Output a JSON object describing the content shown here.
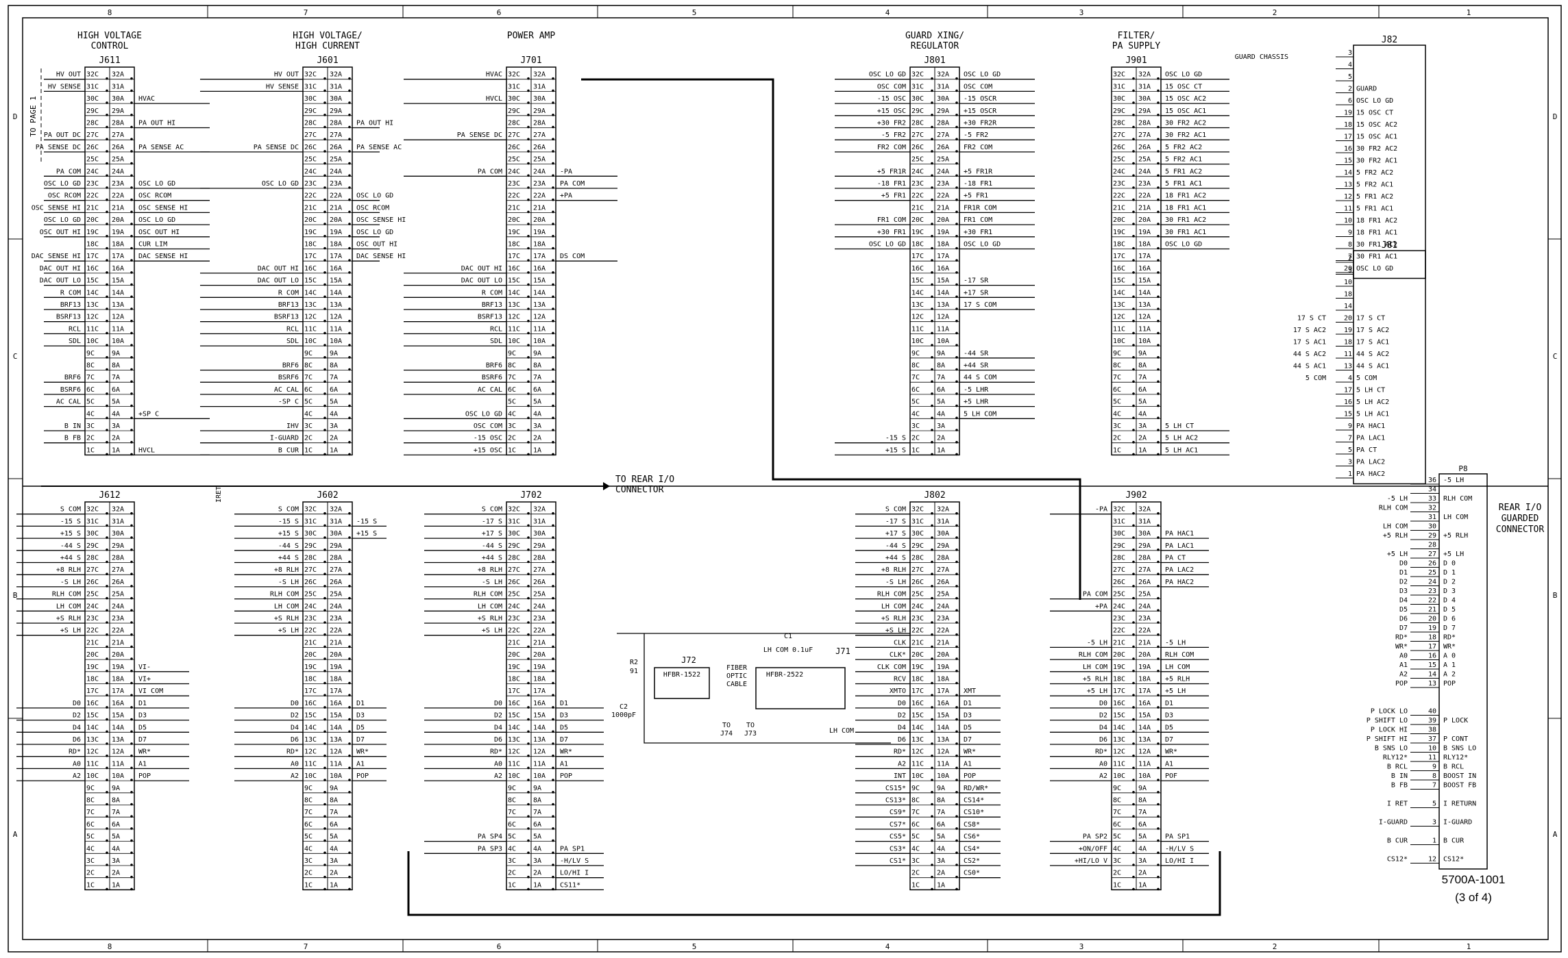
{
  "title_block": {
    "drawing_number": "5700A-1001",
    "sheet": "(3 of 4)"
  },
  "grid": {
    "top_columns": [
      "8",
      "7",
      "6",
      "5",
      "4",
      "3",
      "2",
      "1"
    ],
    "bottom_columns": [
      "8",
      "7",
      "6",
      "5",
      "4",
      "3",
      "2",
      "1"
    ],
    "rows": [
      "D",
      "C",
      "B",
      "A"
    ]
  },
  "labels": {
    "to_page_1": "TO PAGE 1",
    "to_rear_io": [
      "TO REAR I/O",
      "CONNECTOR"
    ],
    "iret": "IRET",
    "guard_chassis": "GUARD CHASSIS",
    "fiber": [
      "FIBER",
      "OPTIC",
      "CABLE"
    ],
    "r2": [
      "R2",
      "91"
    ],
    "c2": [
      "C2",
      "1000pF"
    ],
    "c1": [
      "C1",
      "LH COM 0.1uF"
    ],
    "j72": "J72",
    "j71": "J71",
    "hfbr1522": "HFBR-1522",
    "hfbr2522": "HFBR-2522",
    "to_j74": [
      "TO",
      "J74"
    ],
    "to_j73": [
      "TO",
      "J73"
    ],
    "lh_com": "LH COM",
    "rear_io": [
      "REAR I/O",
      "GUARDED",
      "CONNECTOR"
    ]
  },
  "connectors": [
    {
      "id": "j611",
      "title": [
        "HIGH VOLTAGE",
        "CONTROL"
      ],
      "ref": "J611",
      "left": [
        "HV OUT",
        "HV SENSE",
        "",
        "",
        "",
        "PA OUT DC",
        "PA SENSE DC",
        "",
        "PA COM",
        "OSC LO GD",
        "OSC RCOM",
        "OSC SENSE HI",
        "OSC LO GD",
        "OSC OUT HI",
        "",
        "DAC SENSE HI",
        "DAC OUT HI",
        "DAC OUT LO",
        "R COM",
        "BRF13",
        "BSRF13",
        "RCL",
        "SDL",
        "",
        "",
        "BRF6",
        "BSRF6",
        "AC CAL",
        "",
        "B IN",
        "B FB",
        ""
      ],
      "right": [
        "",
        "",
        "HVAC",
        "",
        "PA OUT HI",
        "",
        "PA SENSE AC",
        "",
        "",
        "OSC LO GD",
        "OSC RCOM",
        "OSC SENSE HI",
        "OSC LO GD",
        "OSC OUT HI",
        "CUR LIM",
        "DAC SENSE HI",
        "",
        "",
        "",
        "",
        "",
        "",
        "",
        "",
        "",
        "",
        "",
        "",
        "+SP C",
        "",
        "",
        "HVCL"
      ]
    },
    {
      "id": "j601",
      "title": [
        "HIGH VOLTAGE/",
        "HIGH CURRENT"
      ],
      "ref": "J601",
      "left": [
        "HV OUT",
        "HV SENSE",
        "",
        "",
        "",
        "",
        "PA SENSE DC",
        "",
        "",
        "OSC LO GD",
        "",
        "",
        "",
        "",
        "",
        "",
        "DAC OUT HI",
        "DAC OUT LO",
        "R COM",
        "BRF13",
        "BSRF13",
        "RCL",
        "SDL",
        "",
        "BRF6",
        "BSRF6",
        "AC CAL",
        "-SP C",
        "",
        "IHV",
        "I-GUARD",
        "B CUR"
      ],
      "right": [
        "",
        "",
        "",
        "",
        "PA OUT HI",
        "",
        "PA SENSE AC",
        "",
        "",
        "",
        "OSC LO GD",
        "OSC RCOM",
        "OSC SENSE HI",
        "OSC LO GD",
        "OSC OUT HI",
        "DAC SENSE HI",
        "",
        "",
        "",
        "",
        "",
        "",
        "",
        "",
        "",
        "",
        "",
        "",
        "",
        "",
        "",
        ""
      ]
    },
    {
      "id": "j701",
      "title": [
        "POWER AMP"
      ],
      "ref": "J701",
      "left": [
        "HVAC",
        "",
        "HVCL",
        "",
        "",
        "PA SENSE DC",
        "",
        "",
        "PA COM",
        "",
        "",
        "",
        "",
        "",
        "",
        "",
        "DAC OUT HI",
        "DAC OUT LO",
        "R COM",
        "BRF13",
        "BSRF13",
        "RCL",
        "SDL",
        "",
        "BRF6",
        "BSRF6",
        "AC CAL",
        "",
        "OSC LO GD",
        "OSC COM",
        "-15 OSC",
        "+15 OSC"
      ],
      "right": [
        "",
        "",
        "",
        "",
        "",
        "",
        "",
        "",
        "-PA",
        "PA COM",
        "+PA",
        "",
        "",
        "",
        "",
        "DS COM",
        "",
        "",
        "",
        "",
        "",
        "",
        "",
        "",
        "",
        "",
        "",
        "",
        "",
        "",
        "",
        ""
      ]
    },
    {
      "id": "j801",
      "title": [
        "GUARD XING/",
        "REGULATOR"
      ],
      "ref": "J801",
      "left": [
        "OSC LO GD",
        "OSC COM",
        "-15 OSC",
        "+15 OSC",
        "+30 FR2",
        "-5 FR2",
        "FR2 COM",
        "",
        "+5 FR1R",
        "-18 FR1",
        "+5 FR1",
        "",
        "FR1 COM",
        "+30 FR1",
        "OSC LO GD",
        "",
        "",
        "",
        "",
        "",
        "",
        "",
        "",
        "",
        "",
        "",
        "",
        "",
        "",
        "",
        "-15 S",
        "+15 S"
      ],
      "right": [
        "OSC LO GD",
        "OSC COM",
        "-15 OSCR",
        "+15 OSCR",
        "+30 FR2R",
        "-5 FR2",
        "FR2 COM",
        "",
        "+5 FR1R",
        "-18 FR1",
        "+5 FR1",
        "FR1R COM",
        "FR1 COM",
        "+30 FR1",
        "OSC LO GD",
        "",
        "",
        "-17 SR",
        "+17 SR",
        "17 S COM",
        "",
        "",
        "",
        "-44 SR",
        "+44 SR",
        "44 S COM",
        "-5 LHR",
        "+5 LHR",
        "5 LH COM",
        "",
        "",
        ""
      ]
    },
    {
      "id": "j901",
      "title": [
        "FILTER/",
        "PA SUPPLY"
      ],
      "ref": "J901",
      "left": [
        "",
        "",
        "",
        "",
        "",
        "",
        "",
        "",
        "",
        "",
        "",
        "",
        "",
        "",
        "",
        "",
        "",
        "",
        "",
        "",
        "",
        "",
        "",
        "",
        "",
        "",
        "",
        "",
        "",
        "",
        "",
        ""
      ],
      "right": [
        "OSC LO GD",
        "15 OSC CT",
        "15 OSC AC2",
        "15 OSC AC1",
        "30 FR2 AC2",
        "30 FR2 AC1",
        "5 FR2 AC2",
        "5 FR2 AC1",
        "5 FR1 AC2",
        "5 FR1 AC1",
        "18 FR1 AC2",
        "18 FR1 AC1",
        "30 FR1 AC2",
        "30 FR1 AC1",
        "OSC LO GD",
        "",
        "",
        "",
        "",
        "",
        "",
        "",
        "",
        "",
        "",
        "",
        "",
        "",
        "",
        "5 LH CT",
        "5 LH AC2",
        "5 LH AC1"
      ]
    },
    {
      "id": "j612",
      "title": [],
      "ref": "J612",
      "left": [
        "S COM",
        "-15 S",
        "+15 S",
        "-44 S",
        "+44 S",
        "+8 RLH",
        "-S LH",
        "RLH COM",
        "LH COM",
        "+S RLH",
        "+S LH",
        "",
        "",
        "",
        "",
        "",
        "D0",
        "D2",
        "D4",
        "D6",
        "RD*",
        "A0",
        "A2",
        "",
        "",
        "",
        "",
        "",
        "",
        "",
        "",
        ""
      ],
      "right": [
        "",
        "",
        "",
        "",
        "",
        "",
        "",
        "",
        "",
        "",
        "",
        "",
        "",
        "VI-",
        "VI+",
        "VI COM",
        "D1",
        "D3",
        "D5",
        "D7",
        "WR*",
        "A1",
        "POP",
        "",
        "",
        "",
        "",
        "",
        "",
        "",
        "",
        ""
      ]
    },
    {
      "id": "j602",
      "title": [],
      "ref": "J602",
      "left": [
        "S COM",
        "-15 S",
        "+15 S",
        "-44 S",
        "+44 S",
        "+8 RLH",
        "-S LH",
        "RLH COM",
        "LH COM",
        "+S RLH",
        "+S LH",
        "",
        "",
        "",
        "",
        "",
        "D0",
        "D2",
        "D4",
        "D6",
        "RD*",
        "A0",
        "A2",
        "",
        "",
        "",
        "",
        "",
        "",
        "",
        "",
        ""
      ],
      "right": [
        "",
        "-15 S",
        "+15 S",
        "",
        "",
        "",
        "",
        "",
        "",
        "",
        "",
        "",
        "",
        "",
        "",
        "",
        "D1",
        "D3",
        "D5",
        "D7",
        "WR*",
        "A1",
        "POP",
        "",
        "",
        "",
        "",
        "",
        "",
        "",
        "",
        ""
      ]
    },
    {
      "id": "j702",
      "title": [],
      "ref": "J702",
      "left": [
        "S COM",
        "-17 S",
        "+17 S",
        "-44 S",
        "+44 S",
        "+8 RLH",
        "-S LH",
        "RLH COM",
        "LH COM",
        "+S RLH",
        "+S LH",
        "",
        "",
        "",
        "",
        "",
        "D0",
        "D2",
        "D4",
        "D6",
        "RD*",
        "A0",
        "A2",
        "",
        "",
        "",
        "",
        "PA SP4",
        "PA SP3",
        "",
        "",
        ""
      ],
      "right": [
        "",
        "",
        "",
        "",
        "",
        "",
        "",
        "",
        "",
        "",
        "",
        "",
        "",
        "",
        "",
        "",
        "D1",
        "D3",
        "D5",
        "D7",
        "WR*",
        "A1",
        "POP",
        "",
        "",
        "",
        "",
        "",
        "PA SP1",
        "-H/LV S",
        "LO/HI I",
        "CS11*"
      ]
    },
    {
      "id": "j802",
      "title": [],
      "ref": "J802",
      "left": [
        "S COM",
        "-17 S",
        "+17 S",
        "-44 S",
        "+44 S",
        "+8 RLH",
        "-S LH",
        "RLH COM",
        "LH COM",
        "+S RLH",
        "+S LH",
        "CLK",
        "CLK*",
        "CLK COM",
        "RCV",
        "XMTO",
        "D0",
        "D2",
        "D4",
        "D6",
        "RD*",
        "A2",
        "INT",
        "CS15*",
        "CS13*",
        "CS9*",
        "CS7*",
        "CS5*",
        "CS3*",
        "CS1*",
        "",
        ""
      ],
      "right": [
        "",
        "",
        "",
        "",
        "",
        "",
        "",
        "",
        "",
        "",
        "",
        "",
        "",
        "",
        "",
        "XMT",
        "D1",
        "D3",
        "D5",
        "D7",
        "WR*",
        "A1",
        "POP",
        "RD/WR*",
        "CS14*",
        "CS10*",
        "CS8*",
        "CS6*",
        "CS4*",
        "CS2*",
        "CS0*",
        ""
      ]
    },
    {
      "id": "j902",
      "title": [],
      "ref": "J902",
      "left": [
        "-PA",
        "",
        "",
        "",
        "",
        "",
        "",
        "PA COM",
        "+PA",
        "",
        "",
        "-5 LH",
        "RLH COM",
        "LH COM",
        "+5 RLH",
        "+5 LH",
        "D0",
        "D2",
        "D4",
        "D6",
        "RD*",
        "A0",
        "A2",
        "",
        "",
        "",
        "",
        "PA SP2",
        "+ON/OFF",
        "+HI/LO V",
        "",
        ""
      ],
      "right": [
        "",
        "",
        "PA HAC1",
        "PA LAC1",
        "PA CT",
        "PA LAC2",
        "PA HAC2",
        "",
        "",
        "",
        "",
        "-5 LH",
        "RLH COM",
        "LH COM",
        "+5 RLH",
        "+5 LH",
        "D1",
        "D3",
        "D5",
        "D7",
        "WR*",
        "A1",
        "POF",
        "",
        "",
        "",
        "",
        "PA SP1",
        "-H/LV S",
        "LO/HI I",
        "",
        ""
      ]
    }
  ],
  "j82": {
    "ref": "J82",
    "pins": [
      {
        "n": "3",
        "sig": ""
      },
      {
        "n": "4",
        "sig": ""
      },
      {
        "n": "5",
        "sig": ""
      },
      {
        "n": "2",
        "sig": "GUARD"
      },
      {
        "n": "6",
        "sig": "OSC LO GD"
      },
      {
        "n": "19",
        "sig": "15 OSC CT"
      },
      {
        "n": "18",
        "sig": "15 OSC AC2"
      },
      {
        "n": "17",
        "sig": "15 OSC AC1"
      },
      {
        "n": "16",
        "sig": "30 FR2 AC2"
      },
      {
        "n": "15",
        "sig": "30 FR2 AC1"
      },
      {
        "n": "14",
        "sig": "5 FR2 AC2"
      },
      {
        "n": "13",
        "sig": "5 FR2 AC1"
      },
      {
        "n": "12",
        "sig": "5 FR1 AC2"
      },
      {
        "n": "11",
        "sig": "5 FR1 AC1"
      },
      {
        "n": "10",
        "sig": "18 FR1 AC2"
      },
      {
        "n": "9",
        "sig": "18 FR1 AC1"
      },
      {
        "n": "8",
        "sig": "30 FR1 AC2"
      },
      {
        "n": "7",
        "sig": "30 FR1 AC1"
      },
      {
        "n": "20",
        "sig": "OSC LO GD"
      }
    ]
  },
  "j81": {
    "ref": "J81",
    "pins": [
      {
        "n": "2",
        "sig": "",
        "w": ""
      },
      {
        "n": "3",
        "sig": "",
        "w": ""
      },
      {
        "n": "10",
        "sig": "",
        "w": ""
      },
      {
        "n": "18",
        "sig": "",
        "w": ""
      },
      {
        "n": "14",
        "sig": "",
        "w": ""
      },
      {
        "n": "20",
        "sig": "17 S CT",
        "w": "17 S CT"
      },
      {
        "n": "19",
        "sig": "17 S AC2",
        "w": "17 S AC2"
      },
      {
        "n": "18",
        "sig": "17 S AC1",
        "w": "17 S AC1"
      },
      {
        "n": "11",
        "sig": "44 S AC2",
        "w": "44 S AC2"
      },
      {
        "n": "13",
        "sig": "44 S AC1",
        "w": "44 S AC1"
      },
      {
        "n": "4",
        "sig": "5 COM",
        "w": "5 COM"
      },
      {
        "n": "17",
        "sig": "5 LH CT",
        "w": ""
      },
      {
        "n": "16",
        "sig": "5 LH AC2",
        "w": ""
      },
      {
        "n": "15",
        "sig": "5 LH AC1",
        "w": ""
      },
      {
        "n": "9",
        "sig": "PA HAC1",
        "w": ""
      },
      {
        "n": "7",
        "sig": "PA LAC1",
        "w": ""
      },
      {
        "n": "5",
        "sig": "PA CT",
        "w": ""
      },
      {
        "n": "3",
        "sig": "PA LAC2",
        "w": ""
      },
      {
        "n": "1",
        "sig": "PA HAC2",
        "w": ""
      }
    ]
  },
  "p8": {
    "ref": "P8",
    "pins": [
      {
        "n": "36",
        "sig": "-5 LH",
        "w": ""
      },
      {
        "n": "34",
        "sig": "",
        "w": ""
      },
      {
        "n": "33",
        "sig": "RLH COM",
        "w": "-5 LH"
      },
      {
        "n": "32",
        "sig": "",
        "w": "RLH COM"
      },
      {
        "n": "31",
        "sig": "LH COM",
        "w": ""
      },
      {
        "n": "30",
        "sig": "",
        "w": "LH COM"
      },
      {
        "n": "29",
        "sig": "+5 RLH",
        "w": "+5 RLH"
      },
      {
        "n": "28",
        "sig": "",
        "w": ""
      },
      {
        "n": "27",
        "sig": "+5 LH",
        "w": "+5 LH"
      },
      {
        "n": "26",
        "sig": "D 0",
        "w": "D0"
      },
      {
        "n": "25",
        "sig": "D 1",
        "w": "D1"
      },
      {
        "n": "24",
        "sig": "D 2",
        "w": "D2"
      },
      {
        "n": "23",
        "sig": "D 3",
        "w": "D3"
      },
      {
        "n": "22",
        "sig": "D 4",
        "w": "D4"
      },
      {
        "n": "21",
        "sig": "D 5",
        "w": "D5"
      },
      {
        "n": "20",
        "sig": "D 6",
        "w": "D6"
      },
      {
        "n": "19",
        "sig": "D 7",
        "w": "D7"
      },
      {
        "n": "18",
        "sig": "RD*",
        "w": "RD*"
      },
      {
        "n": "17",
        "sig": "WR*",
        "w": "WR*"
      },
      {
        "n": "16",
        "sig": "A 0",
        "w": "A0"
      },
      {
        "n": "15",
        "sig": "A 1",
        "w": "A1"
      },
      {
        "n": "14",
        "sig": "A 2",
        "w": "A2"
      },
      {
        "n": "13",
        "sig": "POP",
        "w": "POP"
      },
      {
        "n": "",
        "sig": "",
        "w": ""
      },
      {
        "n": "",
        "sig": "",
        "w": ""
      },
      {
        "n": "40",
        "sig": "",
        "w": "P LOCK LO"
      },
      {
        "n": "39",
        "sig": "P LOCK",
        "w": "P SHIFT LO"
      },
      {
        "n": "38",
        "sig": "",
        "w": "P LOCK HI"
      },
      {
        "n": "37",
        "sig": "P CONT",
        "w": "P SHIFT HI"
      },
      {
        "n": "10",
        "sig": "B SNS LO",
        "w": "B SNS LO"
      },
      {
        "n": "11",
        "sig": "RLY12*",
        "w": "RLY12*"
      },
      {
        "n": "9",
        "sig": "B RCL",
        "w": "B RCL"
      },
      {
        "n": "8",
        "sig": "BOOST IN",
        "w": "B IN"
      },
      {
        "n": "7",
        "sig": "BOOST FB",
        "w": "B FB"
      },
      {
        "n": "",
        "sig": "",
        "w": ""
      },
      {
        "n": "5",
        "sig": "I RETURN",
        "w": "I RET"
      },
      {
        "n": "",
        "sig": "",
        "w": ""
      },
      {
        "n": "3",
        "sig": "I-GUARD",
        "w": "I-GUARD"
      },
      {
        "n": "",
        "sig": "",
        "w": ""
      },
      {
        "n": "1",
        "sig": "B CUR",
        "w": "B CUR"
      },
      {
        "n": "",
        "sig": "",
        "w": ""
      },
      {
        "n": "12",
        "sig": "CS12*",
        "w": "CS12*"
      }
    ]
  }
}
